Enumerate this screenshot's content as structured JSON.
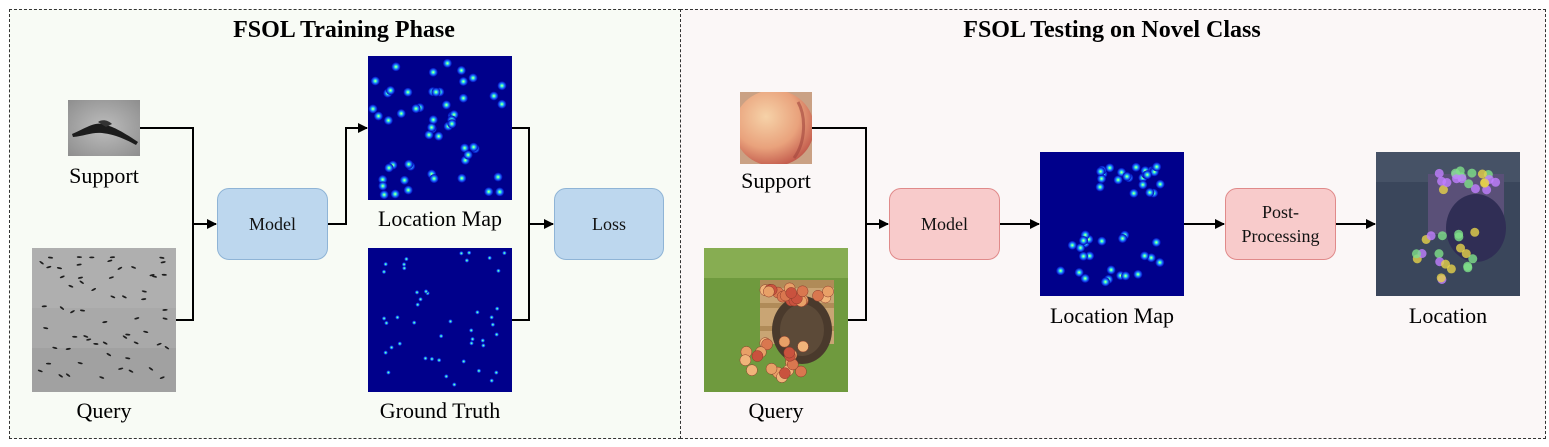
{
  "training": {
    "title": "FSOL Training Phase",
    "support_label": "Support",
    "query_label": "Query",
    "model_label": "Model",
    "location_map_label": "Location Map",
    "ground_truth_label": "Ground Truth",
    "loss_label": "Loss"
  },
  "testing": {
    "title": "FSOL Testing on Novel Class",
    "support_label": "Support",
    "query_label": "Query",
    "model_label": "Model",
    "location_map_label": "Location Map",
    "post_processing_label": "Post-\nProcessing",
    "location_label": "Location"
  },
  "colors": {
    "train_node_fill": "#bdd7ee",
    "test_node_fill": "#f8cbcb",
    "heatmap_bg": "#00008b",
    "arrow": "#000000"
  }
}
